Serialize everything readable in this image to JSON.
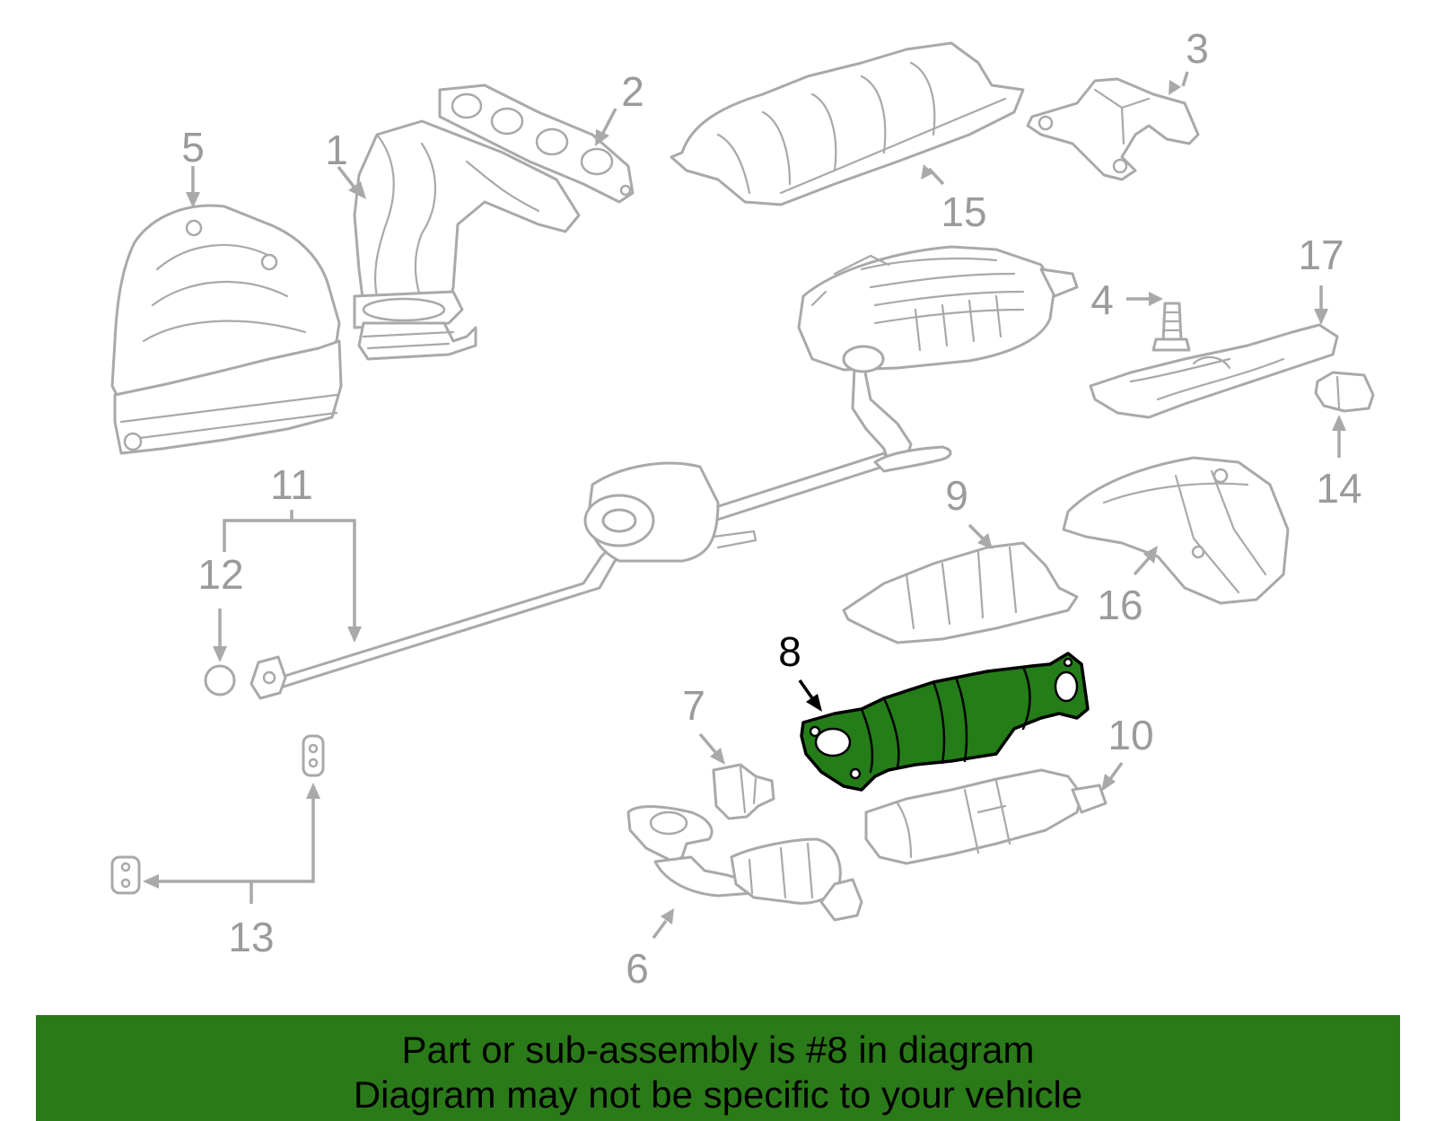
{
  "callouts": {
    "c1": "1",
    "c2": "2",
    "c3": "3",
    "c4": "4",
    "c5": "5",
    "c6": "6",
    "c7": "7",
    "c8": "8",
    "c9": "9",
    "c10": "10",
    "c11": "11",
    "c12": "12",
    "c13": "13",
    "c14": "14",
    "c15": "15",
    "c16": "16",
    "c17": "17"
  },
  "highlighted_part": "8",
  "colors": {
    "highlight_fill": "#247d18",
    "banner_background": "#2b7a19",
    "part_outline": "#a9a9a9",
    "callout_text": "#9b9b9b"
  },
  "banner": {
    "line1": "Part or sub-assembly is #8 in diagram",
    "line2": "Diagram may not be specific to your vehicle"
  }
}
